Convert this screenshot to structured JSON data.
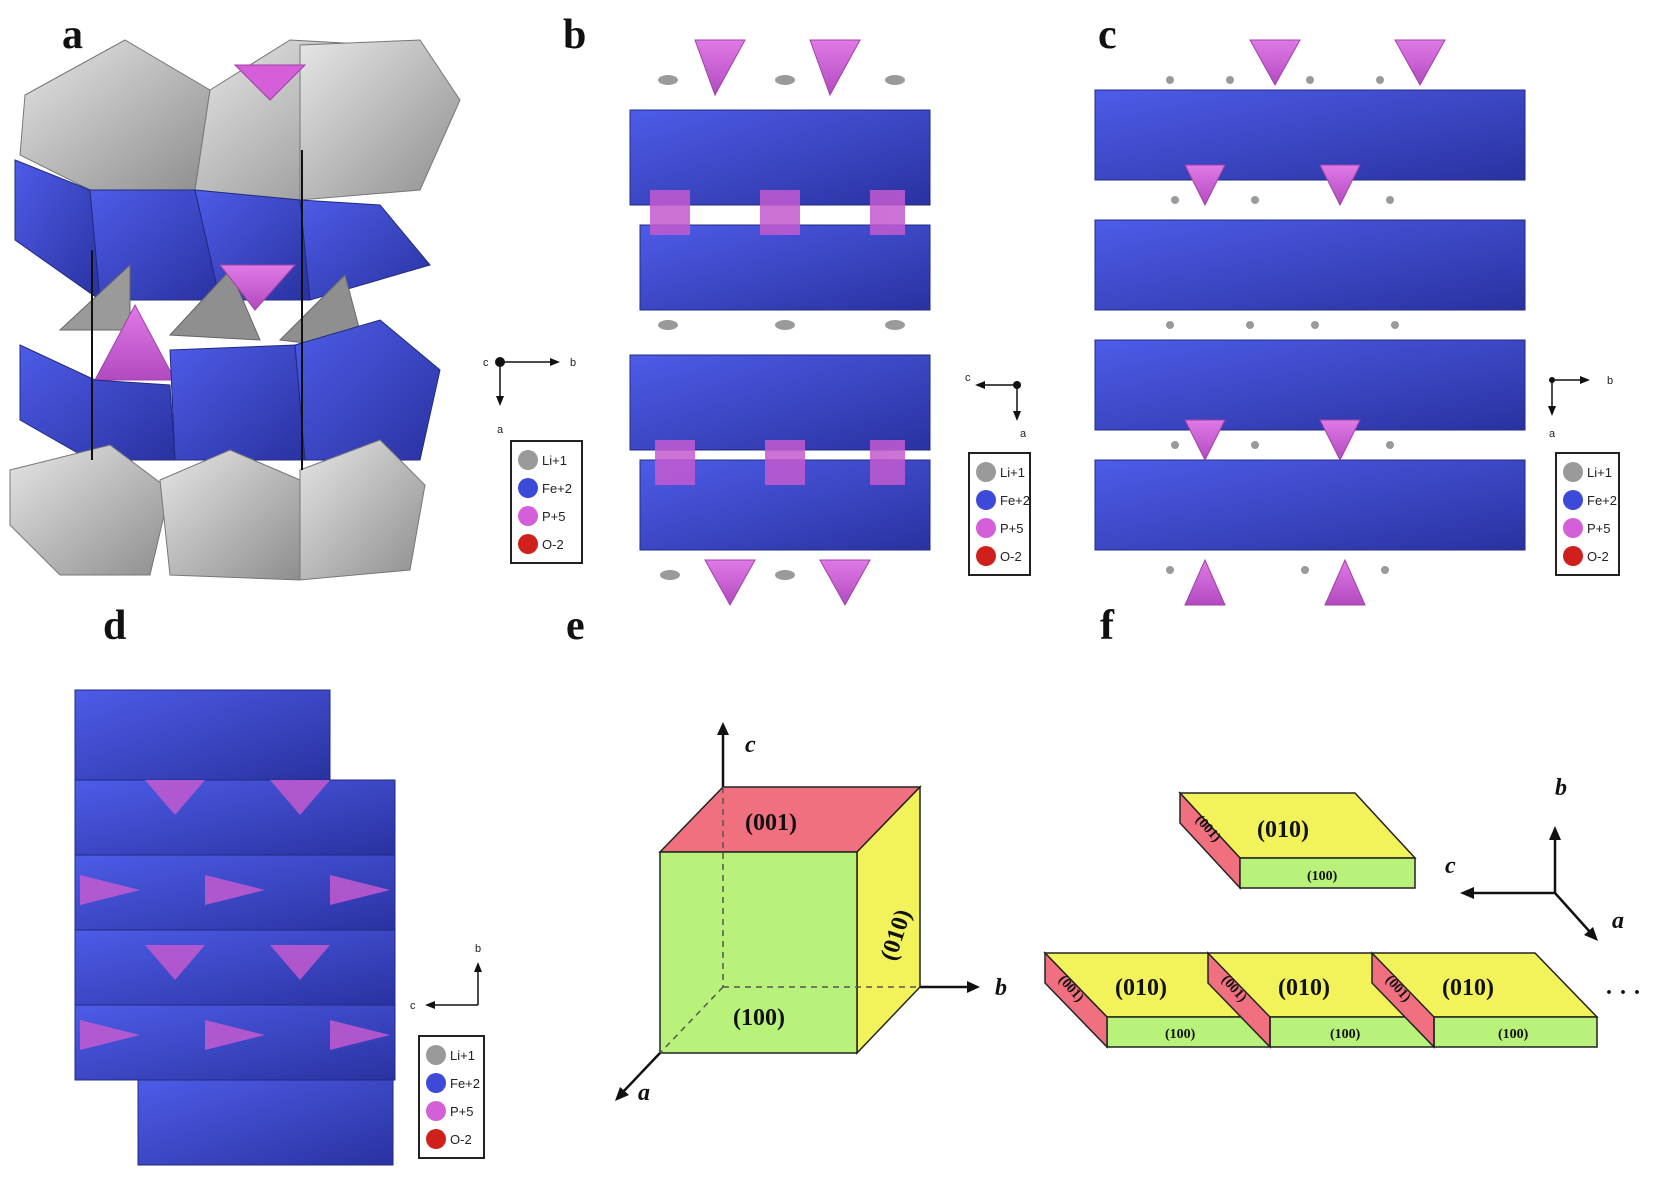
{
  "panels": {
    "a": {
      "label": "a",
      "axes": {
        "out": "c",
        "right": "b",
        "down": "a"
      }
    },
    "b": {
      "label": "b",
      "axes": {
        "left": "c",
        "down": "a"
      }
    },
    "c": {
      "label": "c",
      "axes": {
        "right": "b",
        "down": "a"
      }
    },
    "d": {
      "label": "d",
      "axes": {
        "left": "c",
        "up": "b"
      }
    },
    "e": {
      "label": "e",
      "axes": {
        "c": "c",
        "b": "b",
        "a": "a"
      },
      "faces": {
        "top": "(001)",
        "side": "(010)",
        "front": "(100)"
      }
    },
    "f": {
      "label": "f",
      "axes": {
        "b": "b",
        "c": "c",
        "a": "a"
      },
      "faces": {
        "top": "(010)",
        "edge": "(001)",
        "front": "(100)"
      },
      "ellipsis": "· · ·"
    }
  },
  "legend": [
    {
      "label": "Li+1",
      "color": "#9a9a9a"
    },
    {
      "label": "Fe+2",
      "color": "#3d49d8"
    },
    {
      "label": "P+5",
      "color": "#d45fd8"
    },
    {
      "label": "O-2",
      "color": "#d0201c"
    }
  ],
  "colors": {
    "fe_blue": "#3f4fd6",
    "fe_dark": "#2a33a8",
    "p_pink": "#c95ad6",
    "li_grey": "#b8b8b8",
    "face_pink": "#f07080",
    "face_yellow": "#f2f25a",
    "face_green": "#b8f27a"
  }
}
